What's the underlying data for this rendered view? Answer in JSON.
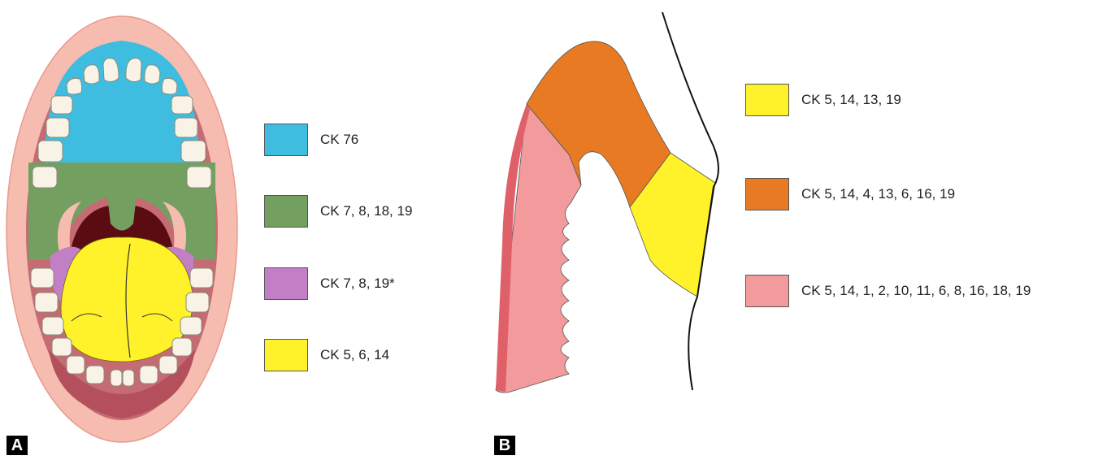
{
  "panel_a": {
    "label": "A",
    "legend": [
      {
        "label": "CK 76",
        "color": "#3fbde0"
      },
      {
        "label": "CK 7, 8, 18, 19",
        "color": "#73a060"
      },
      {
        "label": "CK 7, 8, 19*",
        "color": "#c37fc6"
      },
      {
        "label": "CK 5, 6, 14",
        "color": "#fff22a"
      }
    ]
  },
  "panel_b": {
    "label": "B",
    "legend": [
      {
        "label": "CK 5, 14, 13, 19",
        "color": "#fff22a"
      },
      {
        "label": "CK 5, 14, 4, 13, 6, 16, 19",
        "color": "#e87a24"
      },
      {
        "label": "CK 5, 14, 1, 2, 10, 11, 6, 8, 16, 18, 19",
        "color": "#f29a9c"
      }
    ]
  }
}
